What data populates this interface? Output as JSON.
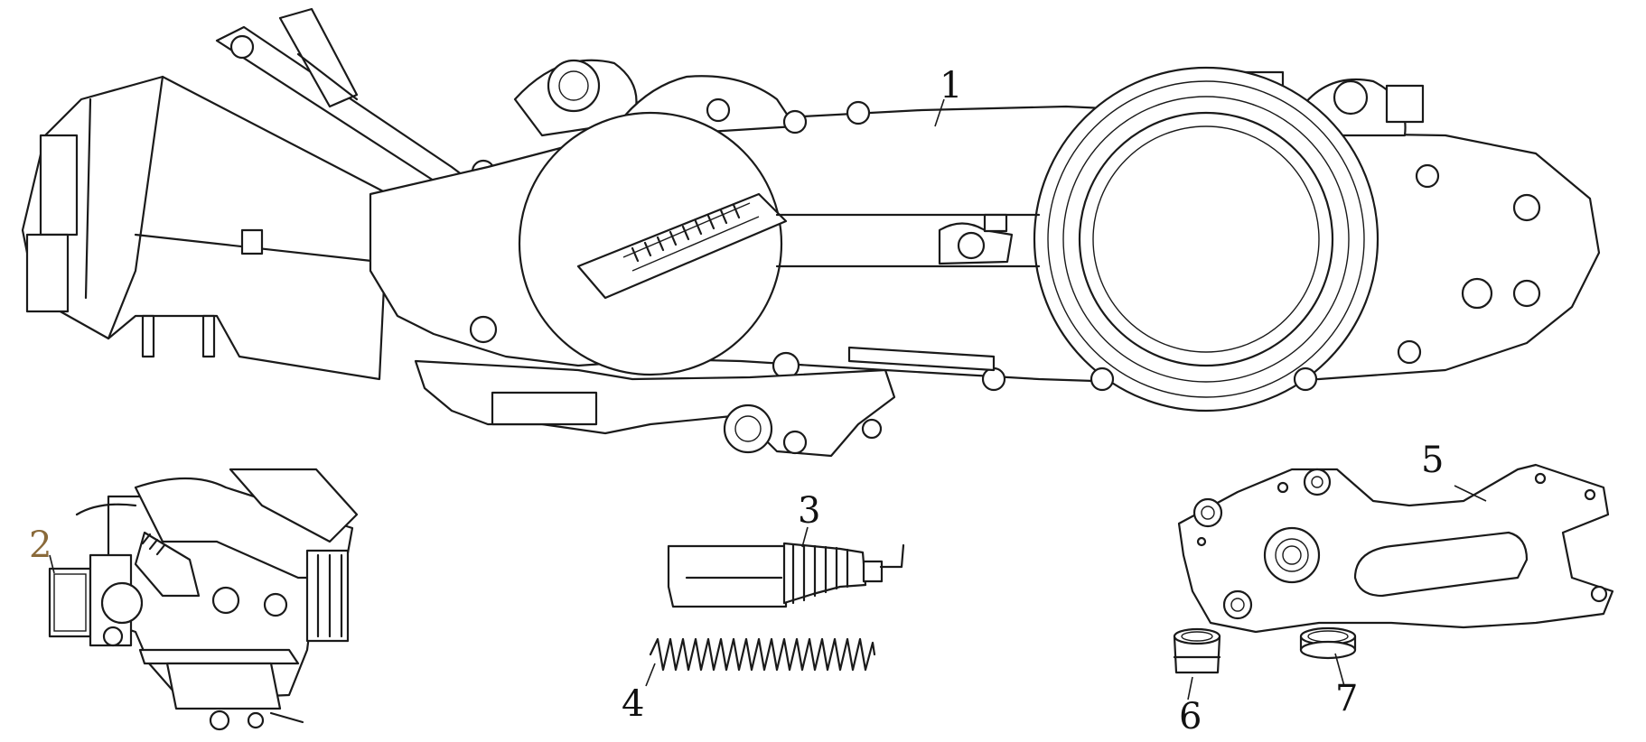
{
  "diagram": {
    "callouts": [
      {
        "id": "1",
        "text": "1"
      },
      {
        "id": "2",
        "text": "2"
      },
      {
        "id": "3",
        "text": "3"
      },
      {
        "id": "4",
        "text": "4"
      },
      {
        "id": "5",
        "text": "5"
      },
      {
        "id": "6",
        "text": "6"
      },
      {
        "id": "7",
        "text": "7"
      }
    ],
    "colors": {
      "line": "#1a1a1a",
      "label_2": "#8a6a3a",
      "background": "#ffffff"
    }
  }
}
